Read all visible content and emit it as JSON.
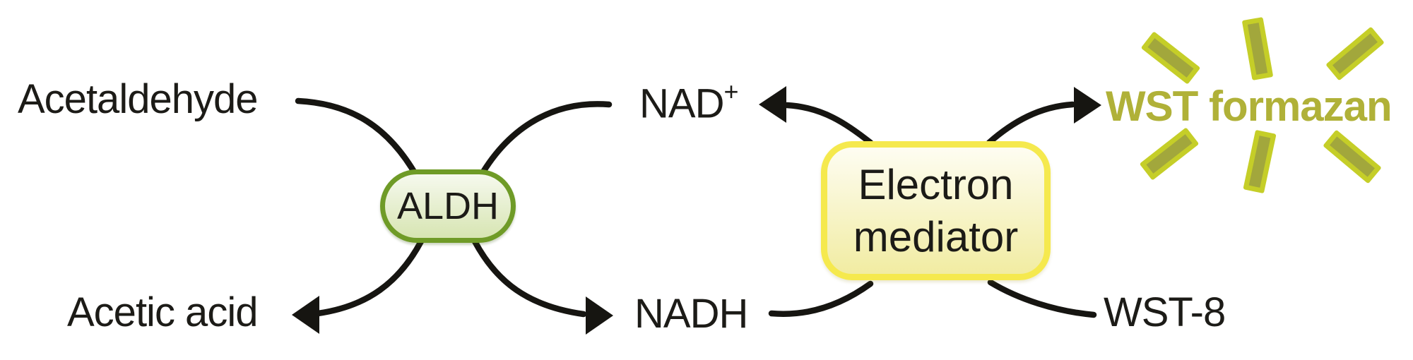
{
  "labels": {
    "acetaldehyde": "Acetaldehyde",
    "acetic_acid": "Acetic acid",
    "nad": "NAD",
    "nad_superscript": "+",
    "nadh": "NADH",
    "aldh": "ALDH",
    "mediator_line1": "Electron",
    "mediator_line2": "mediator",
    "wst8": "WST-8",
    "wst_formazan": "WST formazan"
  },
  "colors": {
    "arrow": "#161511",
    "label_text": "#1c1b17",
    "aldh_border": "#6f9b27",
    "aldh_fill_top": "#f6f9ee",
    "aldh_fill_bottom": "#d7e5b2",
    "mediator_border": "#f5e94e",
    "mediator_fill_top": "#fefdf2",
    "mediator_fill_bottom": "#f1eca2",
    "formazan_text": "#b0b138",
    "ray_border": "#c5ce28",
    "ray_fill": "#a2a73c"
  }
}
